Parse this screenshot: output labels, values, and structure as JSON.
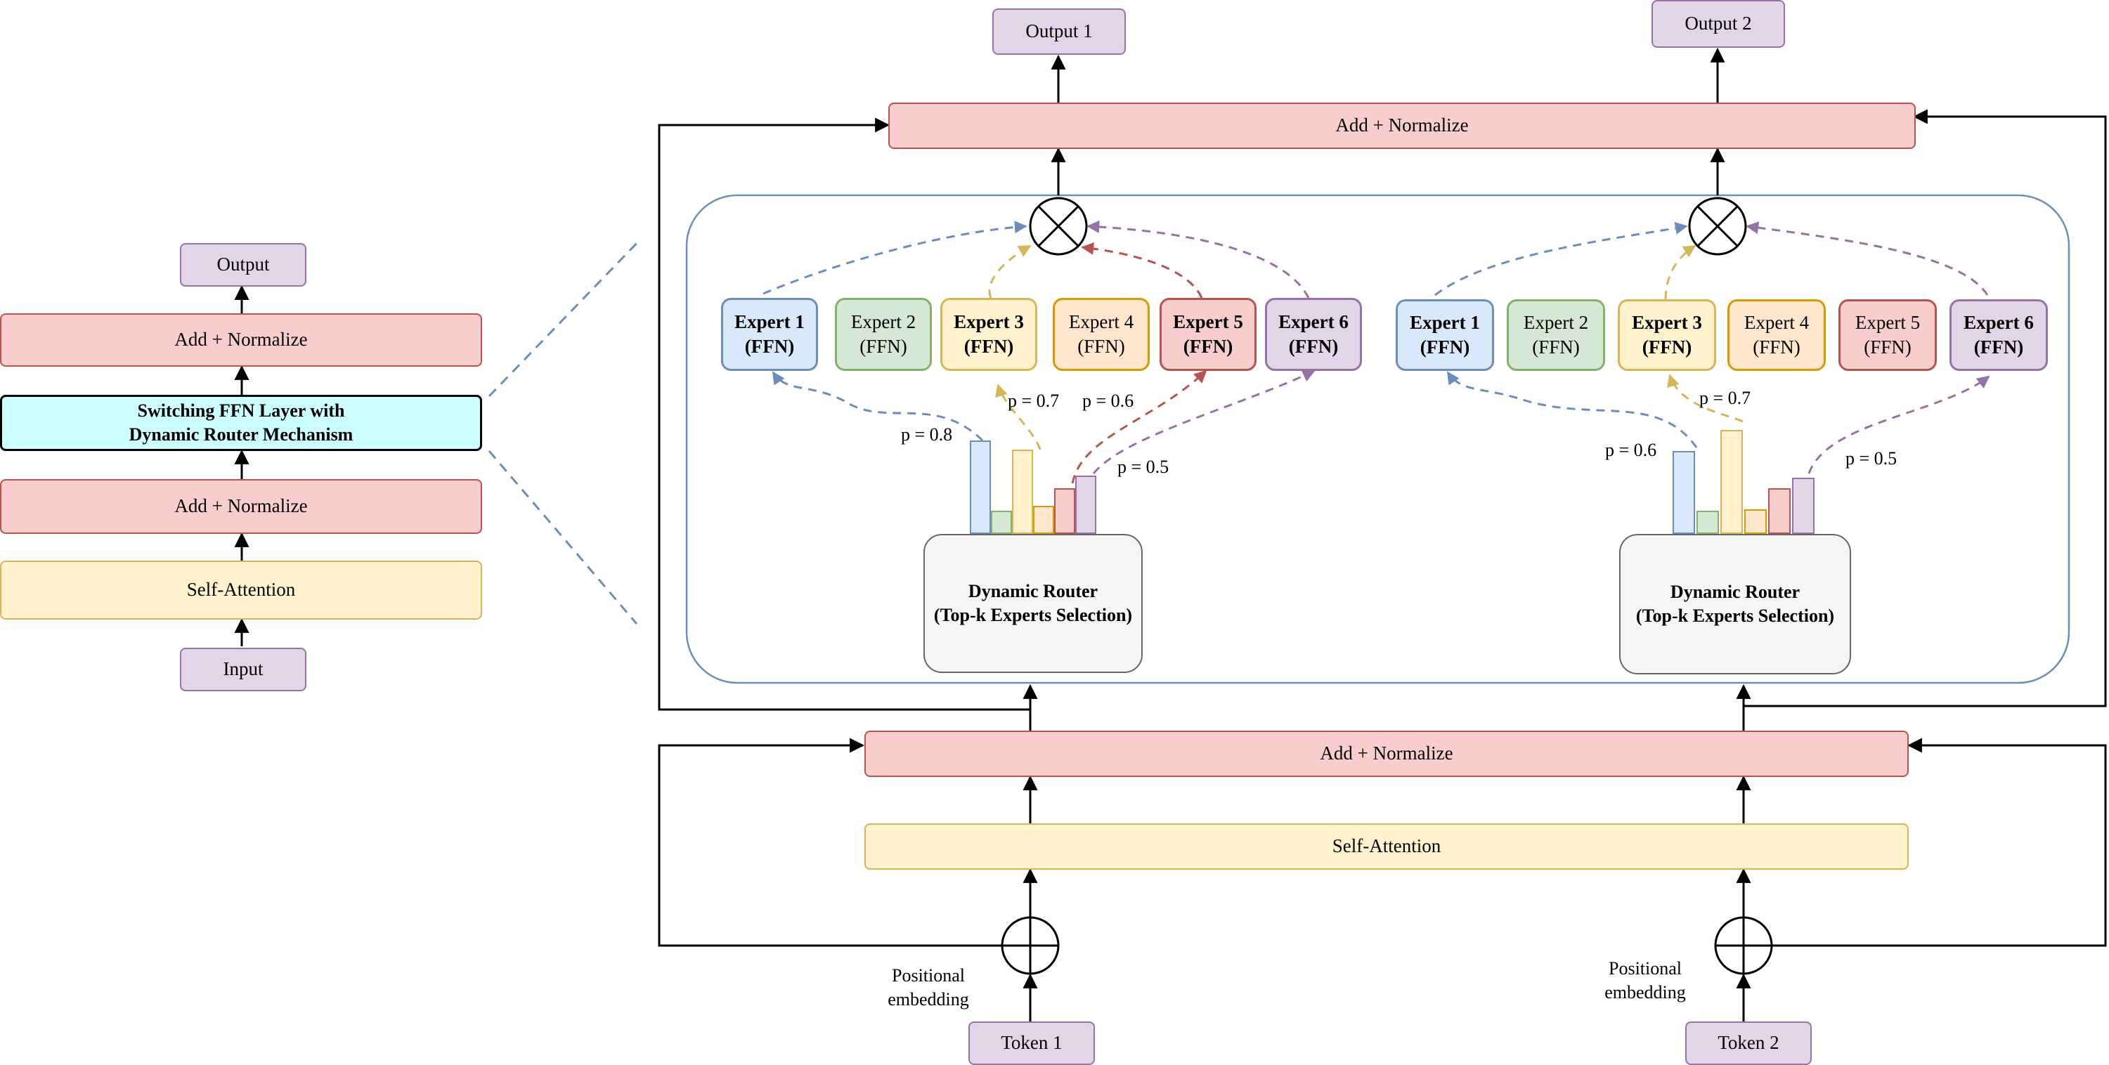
{
  "left_stack": {
    "output": "Output",
    "add_norm_top": "Add + Normalize",
    "switching_line1": "Switching FFN Layer with",
    "switching_line2": "Dynamic Router Mechanism",
    "add_norm_bottom": "Add + Normalize",
    "self_attention": "Self-Attention",
    "input": "Input"
  },
  "main": {
    "output1": "Output 1",
    "output2": "Output 2",
    "add_norm_top": "Add + Normalize",
    "add_norm_bottom": "Add + Normalize",
    "self_attention": "Self-Attention",
    "token1": "Token 1",
    "token2": "Token 2",
    "pos_emb_line1": "Positional",
    "pos_emb_line2": "embedding"
  },
  "experts_a": [
    {
      "name": "Expert 1",
      "sub": "(FFN)",
      "color": "blue",
      "selected": true
    },
    {
      "name": "Expert 2",
      "sub": "(FFN)",
      "color": "green",
      "selected": false
    },
    {
      "name": "Expert 3",
      "sub": "(FFN)",
      "color": "yellow",
      "selected": true
    },
    {
      "name": "Expert 4",
      "sub": "(FFN)",
      "color": "orange",
      "selected": false
    },
    {
      "name": "Expert 5",
      "sub": "(FFN)",
      "color": "red",
      "selected": true
    },
    {
      "name": "Expert 6",
      "sub": "(FFN)",
      "color": "purple",
      "selected": true
    }
  ],
  "experts_b": [
    {
      "name": "Expert 1",
      "sub": "(FFN)",
      "color": "blue",
      "selected": true
    },
    {
      "name": "Expert 2",
      "sub": "(FFN)",
      "color": "green",
      "selected": false
    },
    {
      "name": "Expert 3",
      "sub": "(FFN)",
      "color": "yellow",
      "selected": true
    },
    {
      "name": "Expert 4",
      "sub": "(FFN)",
      "color": "orange",
      "selected": false
    },
    {
      "name": "Expert 5",
      "sub": "(FFN)",
      "color": "red",
      "selected": false
    },
    {
      "name": "Expert 6",
      "sub": "(FFN)",
      "color": "purple",
      "selected": true
    }
  ],
  "router_a": {
    "line1": "Dynamic Router",
    "line2": "(Top-k Experts Selection)"
  },
  "router_b": {
    "line1": "Dynamic Router",
    "line2": "(Top-k Experts Selection)"
  },
  "probs_a": {
    "p1": "p = 0.8",
    "p3": "p = 0.7",
    "p5": "p = 0.6",
    "p6": "p = 0.5"
  },
  "probs_b": {
    "p1": "p = 0.6",
    "p3": "p = 0.7",
    "p6": "p = 0.5"
  },
  "router_bars_a": [
    0.53,
    0.13,
    0.48,
    0.16,
    0.26,
    0.33
  ],
  "router_bars_b": [
    0.47,
    0.13,
    0.59,
    0.14,
    0.26,
    0.32
  ],
  "colors": {
    "blue": "#6c8ebf",
    "green": "#82b366",
    "yellow": "#d6b656",
    "orange": "#d79b00",
    "red": "#b85450",
    "purple": "#9673a6",
    "blue_fill": "#dae8fc",
    "green_fill": "#d5e8d4",
    "yellow_fill": "#fff2cc",
    "orange_fill": "#ffe6cc",
    "red_fill": "#f8cecc",
    "purple_fill": "#e1d5e7"
  }
}
